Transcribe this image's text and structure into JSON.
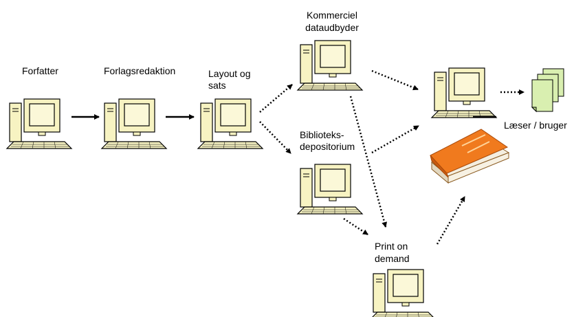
{
  "nodes": {
    "author": {
      "label": "Forfatter"
    },
    "editorial": {
      "label": "Forlagsredaktion"
    },
    "layout": {
      "label_line1": "Layout og",
      "label_line2": "sats"
    },
    "commercial": {
      "label_line1": "Kommerciel",
      "label_line2": "dataudbyder"
    },
    "library": {
      "label_line1": "Biblioteks-",
      "label_line2": "depositorium"
    },
    "pod": {
      "label_line1": "Print on",
      "label_line2": "demand"
    },
    "reader": {
      "label": "Læser / bruger"
    }
  },
  "icons": {
    "computer": "computer-icon",
    "document": "document-stack-icon",
    "book": "book-icon"
  },
  "colors": {
    "monitor_fill": "#f7f3c2",
    "monitor_screen": "#fbf8d8",
    "outline": "#000000",
    "document_fill": "#d9efb0",
    "book_cover": "#f07a1e",
    "book_pages": "#f4eee0"
  }
}
